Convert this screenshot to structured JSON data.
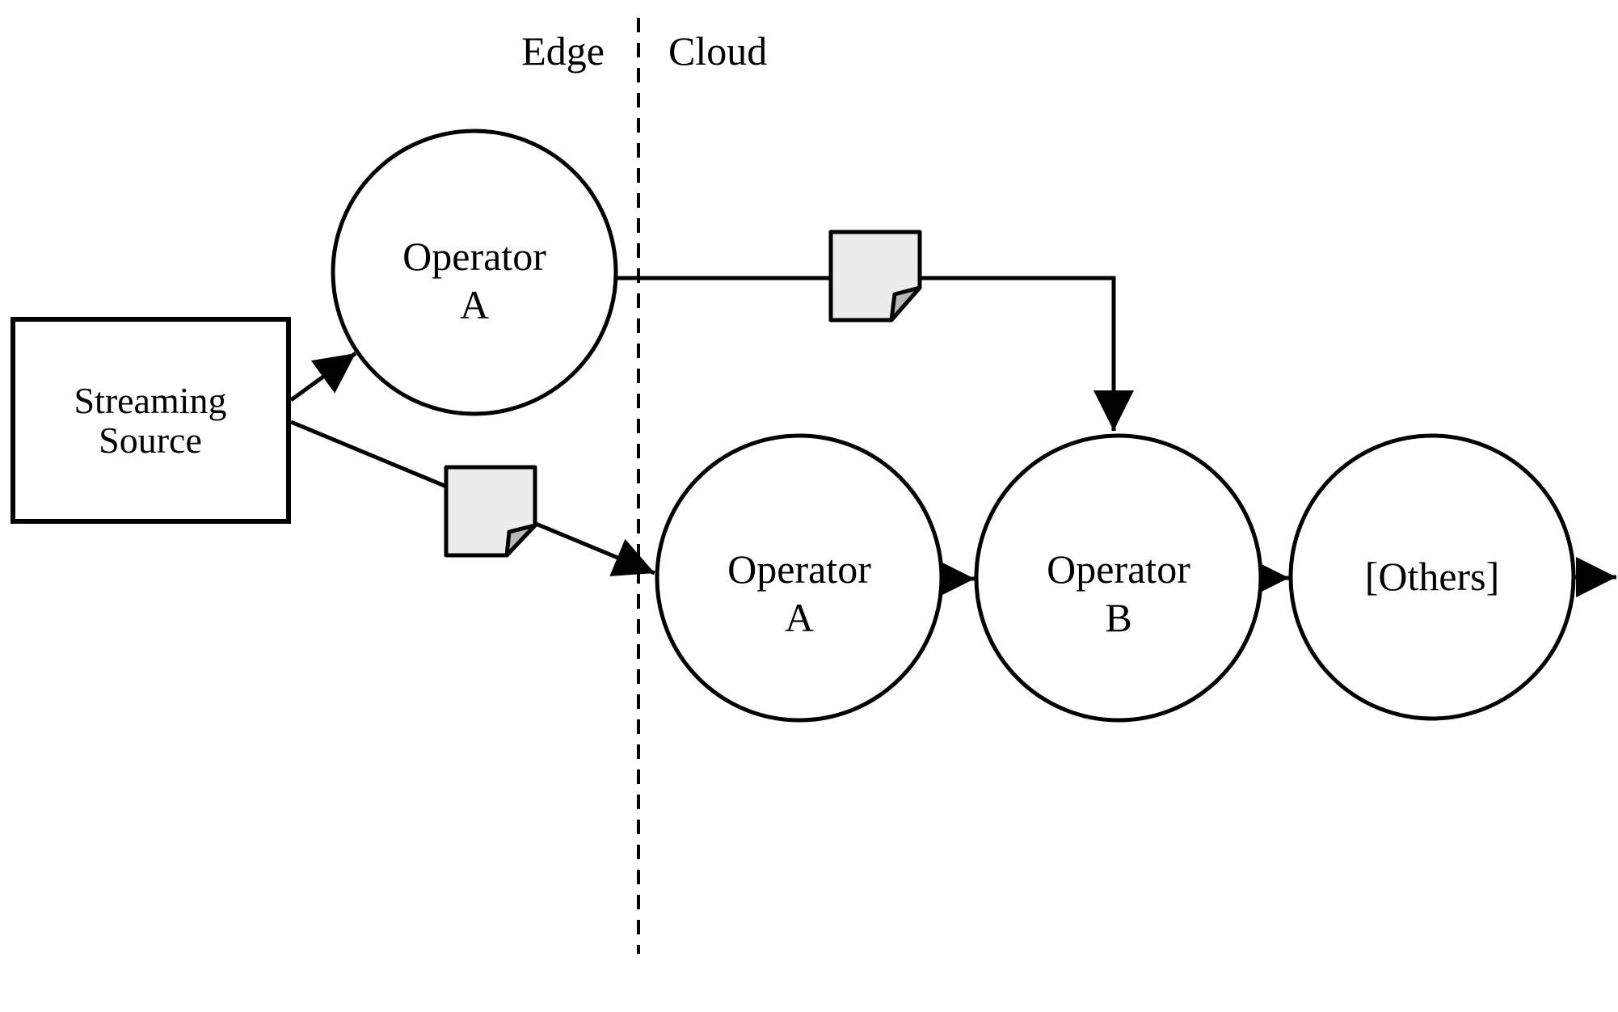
{
  "diagram": {
    "regions": {
      "left_label": "Edge",
      "right_label": "Cloud"
    },
    "source_node": {
      "label_line1": "Streaming",
      "label_line2": "Source"
    },
    "edge_nodes": {
      "operator_a": {
        "label_line1": "Operator",
        "label_line2": "A"
      }
    },
    "cloud_nodes": {
      "operator_a": {
        "label_line1": "Operator",
        "label_line2": "A"
      },
      "operator_b": {
        "label_line1": "Operator",
        "label_line2": "B"
      },
      "others": {
        "label": "[Others]"
      }
    },
    "icons": {
      "top_note": "note-document-icon",
      "bottom_note": "note-document-icon"
    },
    "colors": {
      "stroke": "#000000",
      "background": "#ffffff",
      "note_fill": "#ececec",
      "note_fold_fill": "#b8b8b8"
    }
  }
}
